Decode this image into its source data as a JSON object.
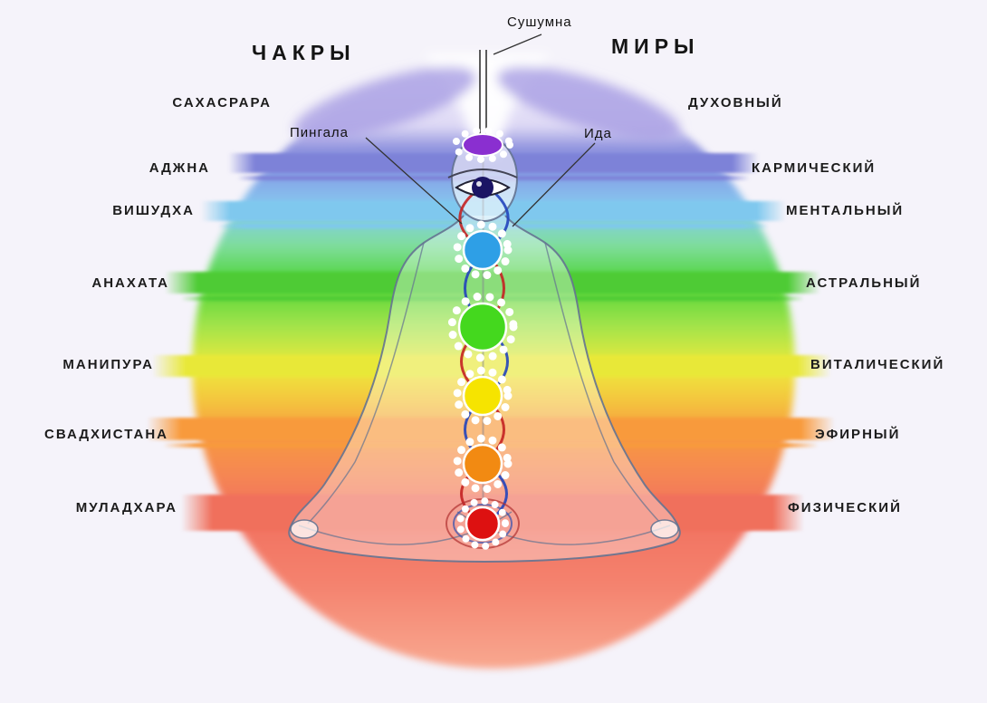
{
  "diagram": {
    "titles": {
      "left": "ЧАКРЫ",
      "right": "МИРЫ"
    },
    "channels": {
      "sushumna": "Сушумна",
      "pingala": "Пингала",
      "ida": "Ида"
    },
    "chakras": [
      {
        "label": "САХАСРАРА",
        "color": "#8a2fd0"
      },
      {
        "label": "АДЖНА",
        "color": "#1b1464"
      },
      {
        "label": "ВИШУДХА",
        "color": "#2e9fe6"
      },
      {
        "label": "АНАХАТА",
        "color": "#44d81e"
      },
      {
        "label": "МАНИПУРА",
        "color": "#f6e400"
      },
      {
        "label": "СВАДХИСТАНА",
        "color": "#f28a12"
      },
      {
        "label": "МУЛАДХАРА",
        "color": "#dd1111"
      }
    ],
    "worlds": [
      {
        "label": "ДУХОВНЫЙ"
      },
      {
        "label": "КАРМИЧЕСКИЙ"
      },
      {
        "label": "МЕНТАЛЬНЫЙ"
      },
      {
        "label": "АСТРАЛЬНЫЙ"
      },
      {
        "label": "ВИТАЛИЧЕСКИЙ"
      },
      {
        "label": "ЭФИРНЫЙ"
      },
      {
        "label": "ФИЗИЧЕСКИЙ"
      }
    ],
    "bands": [
      {
        "name": "ajna",
        "color": "#7d82d8"
      },
      {
        "name": "vishuddha",
        "color": "#7fc8ee"
      },
      {
        "name": "anahata",
        "color": "#4ecb35"
      },
      {
        "name": "manipura",
        "color": "#e8e838"
      },
      {
        "name": "svadhisthana",
        "color": "#f89a3c"
      },
      {
        "name": "muladhara",
        "color": "#f0705c"
      }
    ]
  }
}
